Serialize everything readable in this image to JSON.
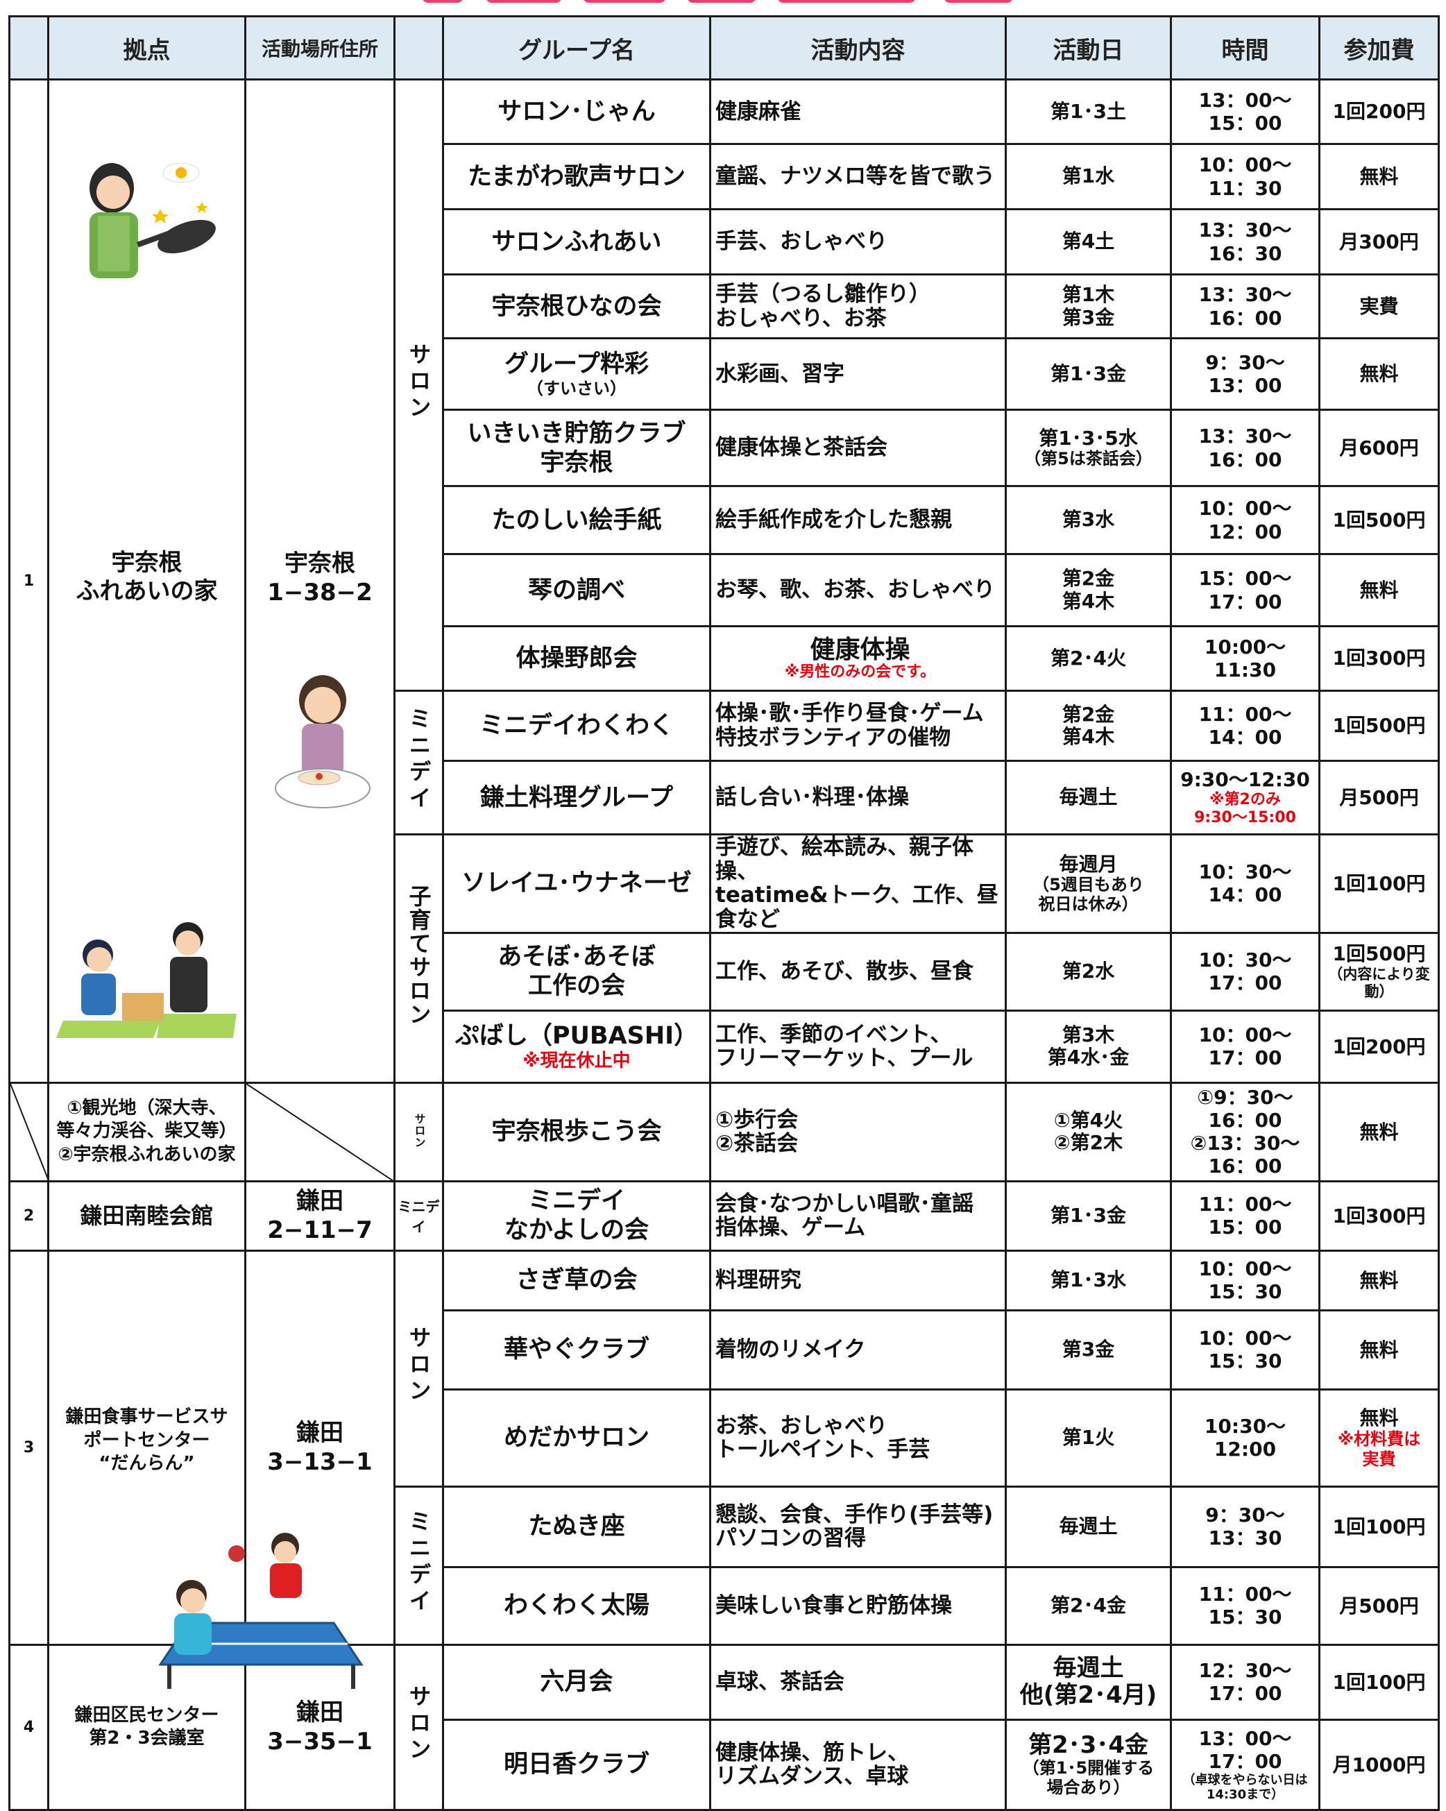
{
  "header": {
    "no": "",
    "base": "拠点",
    "address": "活動場所住所",
    "category": "",
    "group": "グループ名",
    "activity": "活動内容",
    "day": "活動日",
    "time": "時間",
    "fee": "参加費"
  },
  "categories": {
    "salon": "サロン",
    "miniday": "ミニデイ",
    "kosodate": "子育てサロン",
    "salon_small": "サロン",
    "miniday_small": "ミニデイ"
  },
  "sections": {
    "s1": {
      "no": "1",
      "base": [
        "宇奈根",
        "ふれあいの家"
      ],
      "address": [
        "宇奈根",
        "1−38−2"
      ]
    },
    "s1b": {
      "base": [
        "①観光地（深大寺、",
        "等々力渓谷、柴又等）",
        "②宇奈根ふれあいの家"
      ]
    },
    "s2": {
      "no": "2",
      "base": "鎌田南睦会館",
      "address": [
        "鎌田",
        "2−11−7"
      ]
    },
    "s3": {
      "no": "3",
      "base": [
        "鎌田食事サービスサ",
        "ポートセンター",
        "“だんらん”"
      ],
      "address": [
        "鎌田",
        "3−13−1"
      ]
    },
    "s4": {
      "no": "4",
      "base": [
        "鎌田区民センター",
        "第2・3会議室"
      ],
      "address": [
        "鎌田",
        "3−35−1"
      ]
    }
  },
  "rows": [
    {
      "group": [
        "サロン･じゃん"
      ],
      "activity": [
        "健康麻雀"
      ],
      "day": [
        "第1･3土"
      ],
      "time": [
        "13：00〜",
        "15：00"
      ],
      "fee": [
        "1回200円"
      ]
    },
    {
      "group": [
        "たまがわ歌声サロン"
      ],
      "activity": [
        "童謡、ナツメロ等を皆で歌う"
      ],
      "day": [
        "第1水"
      ],
      "time": [
        "10：00〜",
        "11：30"
      ],
      "fee": [
        "無料"
      ]
    },
    {
      "group": [
        "サロンふれあい"
      ],
      "activity": [
        "手芸、おしゃべり"
      ],
      "day": [
        "第4土"
      ],
      "time": [
        "13：30〜",
        "16：30"
      ],
      "fee": [
        "月300円"
      ]
    },
    {
      "group": [
        "宇奈根ひなの会"
      ],
      "activity": [
        "手芸（つるし雛作り）",
        "おしゃべり、お茶"
      ],
      "day": [
        "第1木",
        "第3金"
      ],
      "time": [
        "13：30〜",
        "16：00"
      ],
      "fee": [
        "実費"
      ]
    },
    {
      "group": [
        "グループ粋彩"
      ],
      "group_note": "（すいさい）",
      "activity": [
        "水彩画、習字"
      ],
      "day": [
        "第1･3金"
      ],
      "time": [
        "9：30〜",
        "13：00"
      ],
      "fee": [
        "無料"
      ]
    },
    {
      "group": [
        "いきいき貯筋クラブ",
        "宇奈根"
      ],
      "activity": [
        "健康体操と茶話会"
      ],
      "day": [
        "第1･3･5水"
      ],
      "day_note": "（第5は茶話会）",
      "time": [
        "13：30〜",
        "16：00"
      ],
      "fee": [
        "月600円"
      ]
    },
    {
      "group": [
        "たのしい絵手紙"
      ],
      "activity": [
        "絵手紙作成を介した懇親"
      ],
      "day": [
        "第3水"
      ],
      "time": [
        "10：00〜",
        "12：00"
      ],
      "fee": [
        "1回500円"
      ]
    },
    {
      "group": [
        "琴の調べ"
      ],
      "activity": [
        "お琴、歌、お茶、おしゃべり"
      ],
      "day": [
        "第2金",
        "第4木"
      ],
      "time": [
        "15：00〜",
        "17：00"
      ],
      "fee": [
        "無料"
      ]
    },
    {
      "group": [
        "体操野郎会"
      ],
      "activity": [
        "健康体操"
      ],
      "activity_note": "※男性のみの会です。",
      "day": [
        "第2･4火"
      ],
      "time": [
        "10:00〜",
        "11:30"
      ],
      "fee": [
        "1回300円"
      ]
    },
    {
      "group": [
        "ミニデイわくわく"
      ],
      "activity": [
        "体操･歌･手作り昼食･ゲーム",
        "特技ボランティアの催物"
      ],
      "day": [
        "第2金",
        "第4木"
      ],
      "time": [
        "11：00〜",
        "14：00"
      ],
      "fee": [
        "1回500円"
      ]
    },
    {
      "group": [
        "鎌土料理グループ"
      ],
      "activity": [
        "話し合い･料理･体操"
      ],
      "day": [
        "毎週土"
      ],
      "time": [
        "9:30〜12:30"
      ],
      "time_note": [
        "※第2のみ",
        "9:30〜15:00"
      ],
      "fee": [
        "月500円"
      ]
    },
    {
      "group": [
        "ソレイユ･ウナネーゼ"
      ],
      "activity": [
        "手遊び、絵本読み、親子体操、",
        "teatime&トーク、工作、昼食など"
      ],
      "day": [
        "毎週月"
      ],
      "day_note": [
        "（5週目もあり",
        "祝日は休み）"
      ],
      "time": [
        "10：30〜",
        "14：00"
      ],
      "fee": [
        "1回100円"
      ]
    },
    {
      "group": [
        "あそぼ･あそぼ",
        "工作の会"
      ],
      "activity": [
        "工作、あそび、散歩、昼食"
      ],
      "day": [
        "第2水"
      ],
      "time": [
        "10：30〜",
        "17：00"
      ],
      "fee": [
        "1回500円"
      ],
      "fee_note": [
        "（内容により変",
        "動）"
      ]
    },
    {
      "group": [
        "ぷばし（PUBASHI）"
      ],
      "group_note": "※現在休止中",
      "activity": [
        "工作、季節のイベント、",
        "フリーマーケット、プール"
      ],
      "day": [
        "第3木",
        "第4水･金"
      ],
      "time": [
        "10：00〜",
        "17：00"
      ],
      "fee": [
        "1回200円"
      ]
    },
    {
      "group": [
        "宇奈根歩こう会"
      ],
      "activity": [
        "①歩行会",
        "②茶話会"
      ],
      "day": [
        "①第4火",
        "②第2木"
      ],
      "time": [
        "①9：30〜",
        "16：00",
        "②13：30〜",
        "16：00"
      ],
      "fee": [
        "無料"
      ]
    },
    {
      "group": [
        "ミニデイ",
        "なかよしの会"
      ],
      "activity": [
        "会食･なつかしい唱歌･童謡",
        "指体操、ゲーム"
      ],
      "day": [
        "第1･3金"
      ],
      "time": [
        "11：00〜",
        "15：00"
      ],
      "fee": [
        "1回300円"
      ]
    },
    {
      "group": [
        "さぎ草の会"
      ],
      "activity": [
        "料理研究"
      ],
      "day": [
        "第1･3水"
      ],
      "time": [
        "10：00〜",
        "15：30"
      ],
      "fee": [
        "無料"
      ]
    },
    {
      "group": [
        "華やぐクラブ"
      ],
      "activity": [
        "着物のリメイク"
      ],
      "day": [
        "第3金"
      ],
      "time": [
        "10：00〜",
        "15：30"
      ],
      "fee": [
        "無料"
      ]
    },
    {
      "group": [
        "めだかサロン"
      ],
      "activity": [
        "お茶、おしゃべり",
        "トールペイント、手芸"
      ],
      "day": [
        "第1火"
      ],
      "time": [
        "10:30〜",
        "12:00"
      ],
      "fee": [
        "無料"
      ],
      "fee_note": [
        "※材料費は",
        "実費"
      ]
    },
    {
      "group": [
        "たぬき座"
      ],
      "activity": [
        "懇談、会食、手作り(手芸等)",
        "パソコンの習得"
      ],
      "day": [
        "毎週土"
      ],
      "time": [
        "9：30〜",
        "13：30"
      ],
      "fee": [
        "1回100円"
      ]
    },
    {
      "group": [
        "わくわく太陽"
      ],
      "activity": [
        "美味しい食事と貯筋体操"
      ],
      "day": [
        "第2･4金"
      ],
      "time": [
        "11：00〜",
        "15：30"
      ],
      "fee": [
        "月500円"
      ]
    },
    {
      "group": [
        "六月会"
      ],
      "activity": [
        "卓球、茶話会"
      ],
      "day": [
        "毎週土",
        "他(第2･4月)"
      ],
      "time": [
        "12：30〜",
        "17：00"
      ],
      "fee": [
        "1回100円"
      ]
    },
    {
      "group": [
        "明日香クラブ"
      ],
      "activity": [
        "健康体操、筋トレ、",
        "リズムダンス、卓球"
      ],
      "day": [
        "第2･3･4金"
      ],
      "day_note": [
        "（第1･5開催する",
        "場合あり）"
      ],
      "time": [
        "13：00〜",
        "17：00"
      ],
      "time_note": [
        "（卓球をやらない日は",
        "14:30まで）"
      ],
      "fee": [
        "月1000円"
      ]
    }
  ],
  "colors": {
    "header_bg": "#dde9f3",
    "border": "#1a1a1a",
    "note_red": "#e8000e",
    "title_pink": "#e9406f"
  }
}
